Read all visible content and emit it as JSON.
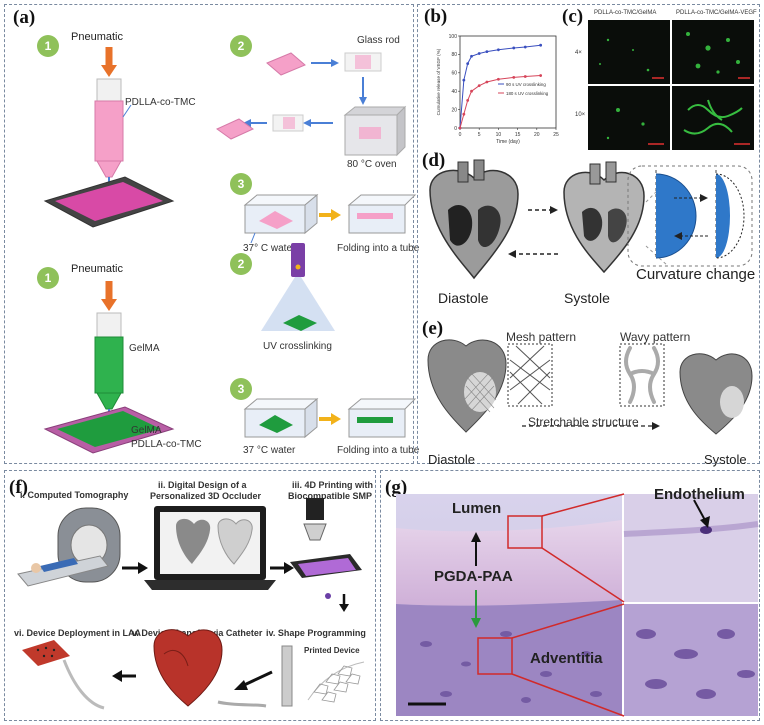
{
  "panels": {
    "a": {
      "label": "(a)",
      "steps": [
        "1",
        "2",
        "3",
        "1",
        "2",
        "3"
      ],
      "pneumatic_top": "Pneumatic",
      "material_top": "PDLLA-co-TMC",
      "glass_rod": "Glass rod",
      "oven": "80 °C oven",
      "water_top": "37° C water",
      "folding_top": "Folding into a tube",
      "pneumatic_bottom": "Pneumatic",
      "gelma": "GelMA",
      "gelma_layer": "GelMA",
      "pdlla_layer": "PDLLA-co-TMC",
      "uv": "UV crosslinking",
      "water_bottom": "37 °C water",
      "folding_bottom": "Folding into a tube"
    },
    "b": {
      "label": "(b)"
    },
    "c": {
      "label": "(c)",
      "col1": "PDLLA-co-TMC/GelMA",
      "col2": "PDLLA-co-TMC/GelMA-VEGF",
      "row1": "4×",
      "row2": "10×"
    },
    "d": {
      "label": "(d)",
      "diastole": "Diastole",
      "systole": "Systole",
      "curvature": "Curvature change"
    },
    "e": {
      "label": "(e)",
      "mesh": "Mesh pattern",
      "wavy": "Wavy pattern",
      "stretch": "Stretchable structure",
      "diastole": "Diastole",
      "systole": "Systole"
    },
    "f": {
      "label": "(f)",
      "s1": "i. Computed Tomography",
      "s2a": "ii. Digital Design of a",
      "s2b": "Personalized 3D Occluder",
      "s3a": "iii. 4D Printing with",
      "s3b": "Biocompatible SMP",
      "s4": "iv. Shape Programming",
      "s5": "v. Device Transfer via Catheter",
      "s6": "vi. Device Deployment in LAA",
      "printed": "Printed Device"
    },
    "g": {
      "label": "(g)",
      "lumen": "Lumen",
      "endothelium": "Endothelium",
      "pgda": "PGDA-PAA",
      "adventitia": "Adventitia"
    }
  },
  "chart_data": {
    "type": "line",
    "title": "",
    "xlabel": "Time (day)",
    "ylabel": "Cumulative release of VEGF (%)",
    "xlim": [
      0,
      25
    ],
    "ylim": [
      0,
      100
    ],
    "xticks": [
      0,
      5,
      10,
      15,
      20,
      25
    ],
    "yticks": [
      0,
      20,
      40,
      60,
      80,
      100
    ],
    "legend_position": "center-right",
    "series": [
      {
        "name": "90 s UV crosslinking",
        "color": "#3a4fbf",
        "x": [
          0,
          1,
          2,
          3,
          5,
          7,
          10,
          14,
          17,
          21
        ],
        "y": [
          0,
          52,
          70,
          78,
          81,
          83,
          85,
          87,
          88,
          90
        ]
      },
      {
        "name": "180 s UV crosslinking",
        "color": "#d6455a",
        "x": [
          0,
          1,
          2,
          3,
          5,
          7,
          10,
          14,
          17,
          21
        ],
        "y": [
          0,
          15,
          30,
          40,
          46,
          50,
          53,
          55,
          56,
          57
        ]
      }
    ]
  }
}
